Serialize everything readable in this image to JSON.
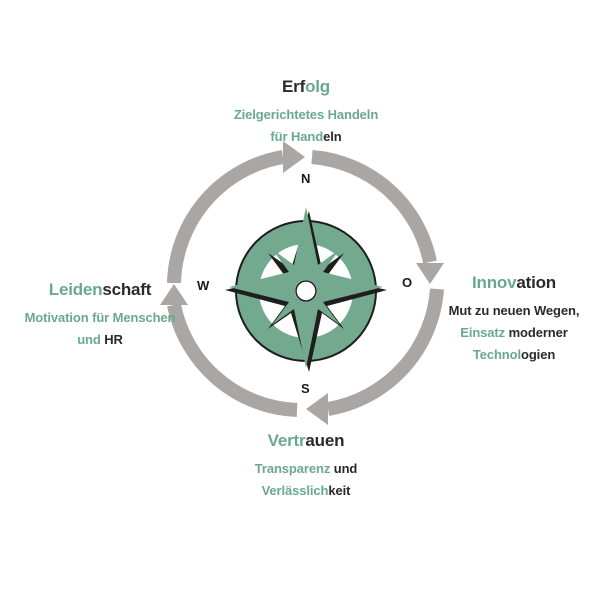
{
  "colors": {
    "accent_green": "#6aa98d",
    "dark_text": "#2a2a2a",
    "arrow_gray": "#aaa6a4",
    "compass_dark": "#1e1e1e",
    "compass_green": "#72a98f"
  },
  "directions": {
    "north": "N",
    "south": "S",
    "west": "W",
    "east": "O"
  },
  "top": {
    "title_a": "Erf",
    "title_b": "olg",
    "line1": "Zielgerichtetes Handeln",
    "line2_a": "für Hand",
    "line2_b": "eln"
  },
  "right": {
    "title_a": "Innov",
    "title_b": "ation",
    "line1": "Mut zu neuen Wegen,",
    "line2_a": "Einsatz ",
    "line2_b": "moderner",
    "line3_a": "Technol",
    "line3_b": "ogien"
  },
  "bottom": {
    "title_a": "Vertr",
    "title_b": "auen",
    "line1_a": "Transparenz ",
    "line1_b": "und",
    "line2_a": "Verlässlich",
    "line2_b": "keit"
  },
  "left": {
    "title_a": "Leiden",
    "title_b": "schaft",
    "line1": "Motivation für Menschen",
    "line2_a": "und ",
    "line2_b": "HR"
  }
}
